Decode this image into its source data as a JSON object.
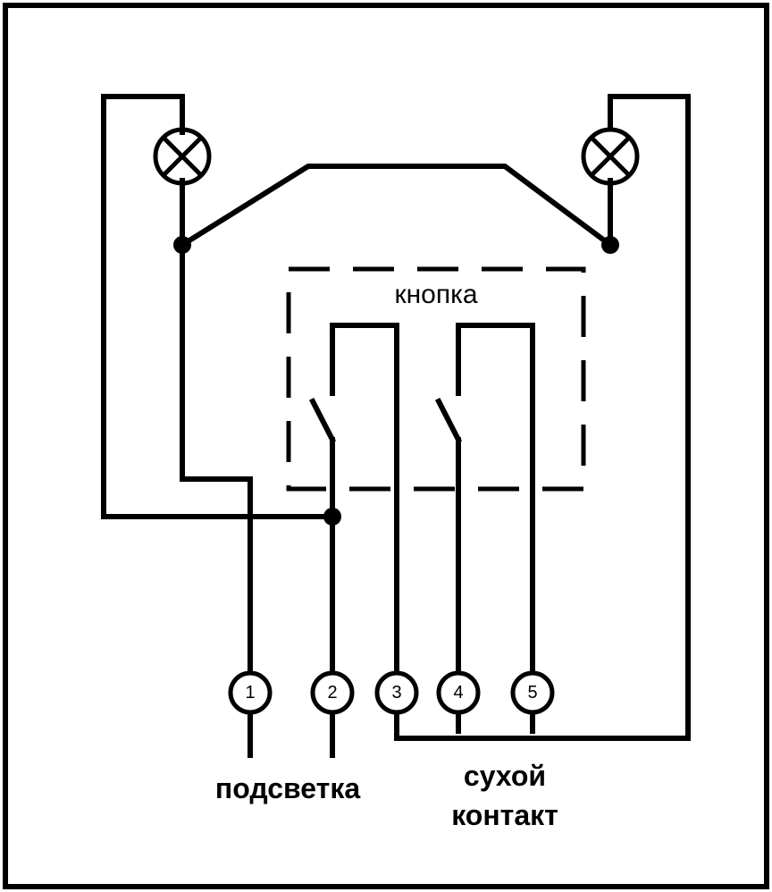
{
  "labels": {
    "button": "кнопка",
    "backlight": "подсветка",
    "dry_contact_line1": "сухой",
    "dry_contact_line2": "контакт"
  },
  "terminals": [
    "1",
    "2",
    "3",
    "4",
    "5"
  ],
  "icons": {
    "lamp": "lamp-icon",
    "switch": "switch-contact-icon"
  },
  "colors": {
    "line": "#000000",
    "background": "#ffffff"
  }
}
